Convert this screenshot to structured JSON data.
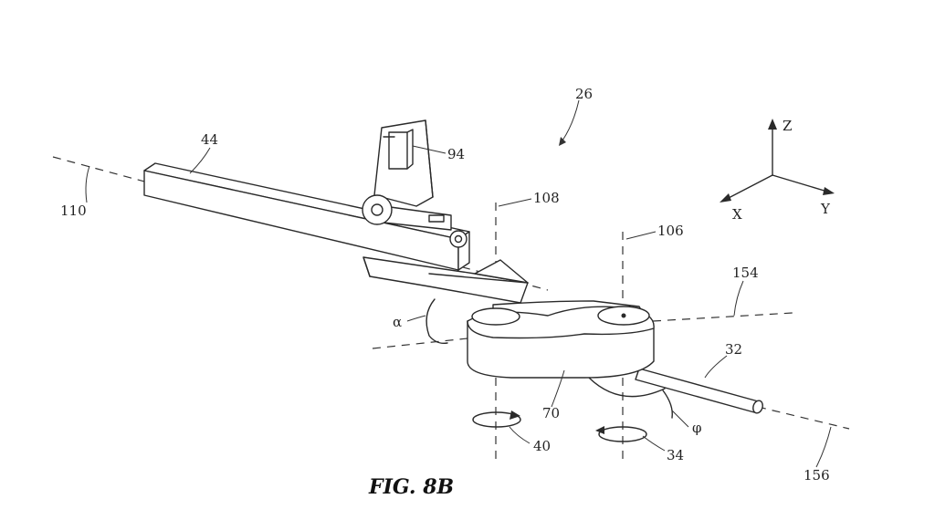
{
  "figure": {
    "caption": "FIG. 8B",
    "refs": {
      "r26": "26",
      "r44": "44",
      "r94": "94",
      "r110": "110",
      "r108": "108",
      "r106": "106",
      "r154": "154",
      "r32": "32",
      "r70": "70",
      "r40": "40",
      "r34": "34",
      "r156": "156"
    },
    "angles": {
      "alpha": "α",
      "phi": "φ"
    },
    "axes": {
      "z": "Z",
      "x": "X",
      "y": "Y"
    }
  }
}
